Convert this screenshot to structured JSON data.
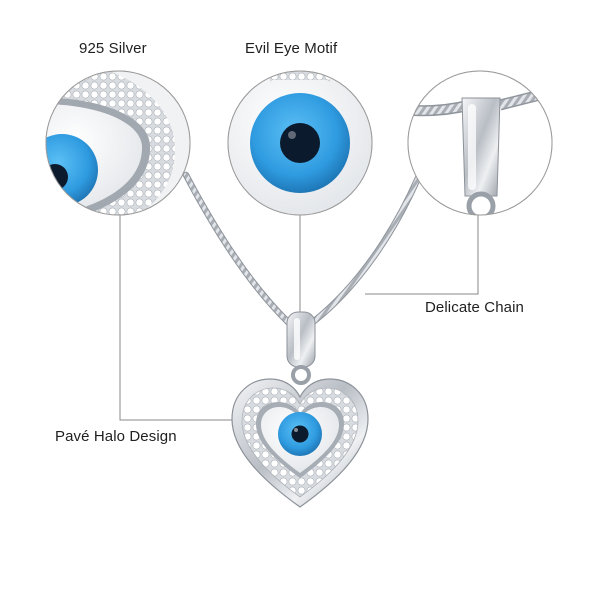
{
  "labels": {
    "silver": "925 Silver",
    "evil_eye": "Evil Eye Motif",
    "chain": "Delicate Chain",
    "pave": "Pavé Halo Design"
  },
  "icons": {
    "pendant": "heart-evil-eye-pendant-icon",
    "chain": "snake-chain-icon",
    "bail": "pendant-bail-icon",
    "zoom_silver": "pave-detail-zoom-icon",
    "zoom_eye": "evil-eye-zoom-icon",
    "zoom_chain": "bail-chain-zoom-icon"
  },
  "colors": {
    "background": "#ffffff",
    "eye_blue": "#2f9be0",
    "eye_pupil": "#0b1a2c",
    "silver": "#c8cdd3",
    "leader_line": "#8a8a8a",
    "text": "#1f1f1f"
  }
}
